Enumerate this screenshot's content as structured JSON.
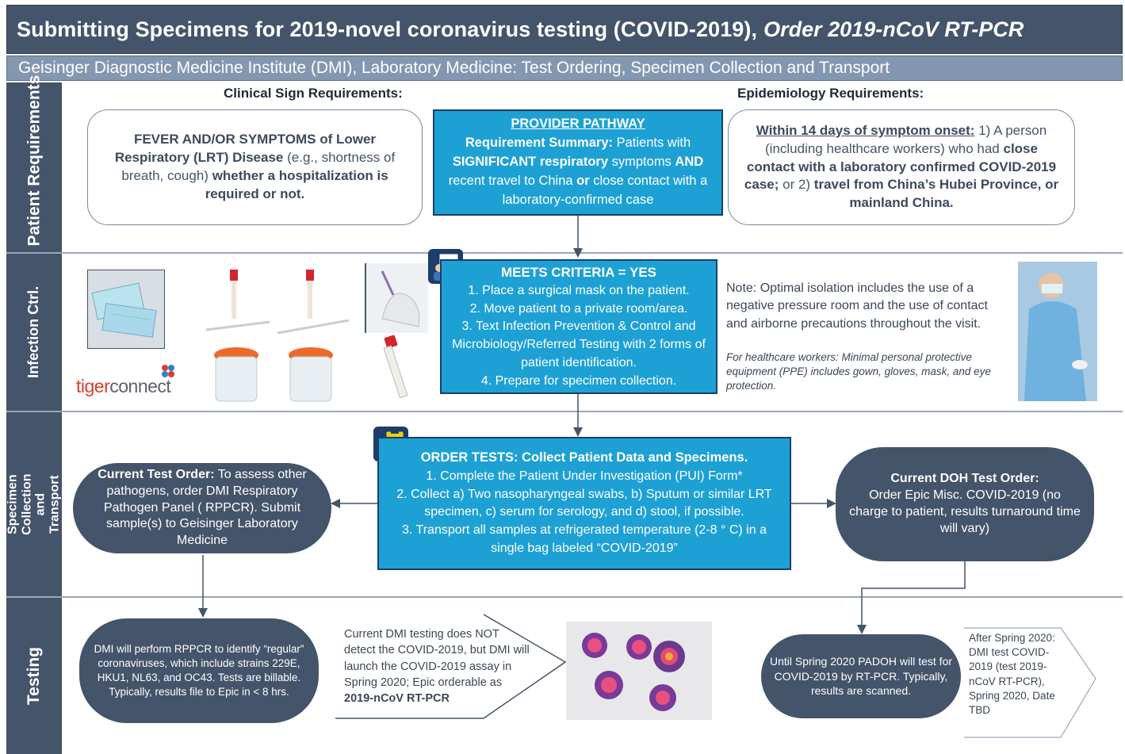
{
  "header": {
    "title_main": "Submitting Specimens for 2019-novel coronavirus testing (COVID-2019),",
    "title_italic": "Order 2019-nCoV RT-PCR",
    "subtitle": "Geisinger Diagnostic Medicine Institute (DMI), Laboratory Medicine: Test Ordering, Specimen Collection and Transport"
  },
  "rows": {
    "patient_requirements": "Patient Requirements",
    "infection_ctrl": "Infection Ctrl.",
    "specimen_collection": "Specimen Collection and Transport",
    "testing": "Testing"
  },
  "patient": {
    "clinical_head": "Clinical Sign Requirements:",
    "epi_head": "Epidemiology Requirements:",
    "clinical_card": {
      "b1": "FEVER AND/OR SYMPTOMS of Lower Respiratory (LRT) Disease",
      "t1": " (e.g., shortness of breath, cough) ",
      "b2": "whether a hospitalization is required or not."
    },
    "provider": {
      "title": "PROVIDER PATHWAY",
      "summary_label": "Requirement Summary:",
      "s1": " Patients with ",
      "s2": "SIGNIFICANT respiratory",
      "s3": " symptoms ",
      "s4": "AND",
      "s5": " recent travel to China ",
      "s6": "or",
      "s7": " close contact with a laboratory-confirmed case"
    },
    "epi_card": {
      "u1": "Within 14 days of symptom onset:",
      "t1": " 1) A person (including healthcare workers) who had ",
      "b1": "close contact with a laboratory confirmed COVID-2019 case;",
      "t2": " or 2) ",
      "b2": "travel from China’s Hubei Province, or mainland China."
    }
  },
  "infection": {
    "brand_a": "tiger",
    "brand_b": "connect",
    "criteria_title": "MEETS CRITERIA = YES",
    "steps": [
      "1. Place a surgical mask on the patient.",
      "2. Move patient to a private room/area.",
      "3. Text Infection Prevention & Control and Microbiology/Referred Testing with 2 forms of patient identification.",
      "4. Prepare for specimen collection."
    ],
    "note": "Note: Optimal isolation includes the use of a negative pressure room and the use of contact and airborne precautions throughout the visit.",
    "note_italic": "For healthcare workers: Minimal personal protective equipment (PPE) includes gown, gloves, mask, and eye protection."
  },
  "specimen": {
    "order_title": "ORDER TESTS: Collect Patient Data and Specimens.",
    "order_steps": [
      "1. Complete the Patient Under Investigation (PUI) Form*",
      "2. Collect a) Two nasopharyngeal swabs, b) Sputum or similar LRT specimen, c) serum for serology, and d) stool, if possible.",
      "3. Transport all samples at refrigerated temperature (2-8 ° C) in a single bag labeled “COVID-2019”"
    ],
    "current_label": "Current Test Order:",
    "current_text": " To assess other pathogens, order DMI Respiratory Pathogen Panel ( RPPCR). Submit sample(s) to Geisinger Laboratory Medicine",
    "doh_label": "Current DOH Test Order:",
    "doh_text": "Order Epic Misc. COVID-2019 (no charge to patient, results turnaround time will vary)"
  },
  "testing": {
    "dmi_pill": "DMI will perform RPPCR to identify “regular” coronaviruses, which include strains 229E, HKU1, NL63, and OC43. Tests are billable. Typically, results file to Epic in < 8 hrs.",
    "current_dmi": "Current DMI testing does NOT detect the COVID-2019, but DMI will launch the COVID-2019 assay in Spring 2020; Epic orderable as",
    "current_dmi_bold": "2019-nCoV RT-PCR",
    "padoh_pill": "Until Spring 2020 PADOH will test for COVID-2019 by RT-PCR. Typically, results are scanned.",
    "after_spring": "After Spring 2020: DMI test COVID-2019 (test 2019-nCoV RT-PCR), Spring 2020, Date TBD"
  },
  "colors": {
    "navy": "#44546a",
    "slate": "#8497b0",
    "cyan_box": "#1da1d4"
  }
}
